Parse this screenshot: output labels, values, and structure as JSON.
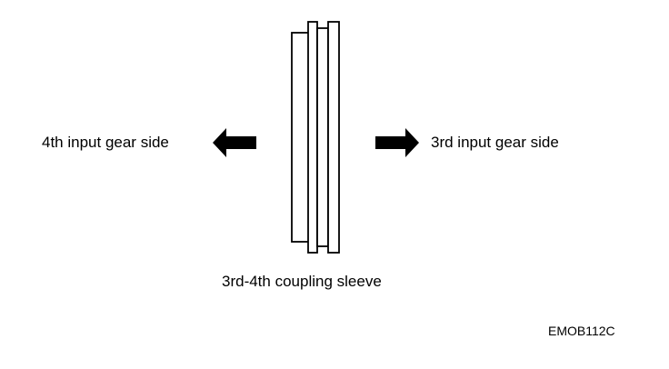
{
  "labels": {
    "left_side": "4th input gear side",
    "right_side": "3rd input gear side",
    "part_name": "3rd-4th coupling sleeve",
    "figure_code": "EMOB112C"
  },
  "colors": {
    "stroke": "#000000",
    "arrow_fill": "#000000",
    "background": "#ffffff"
  }
}
